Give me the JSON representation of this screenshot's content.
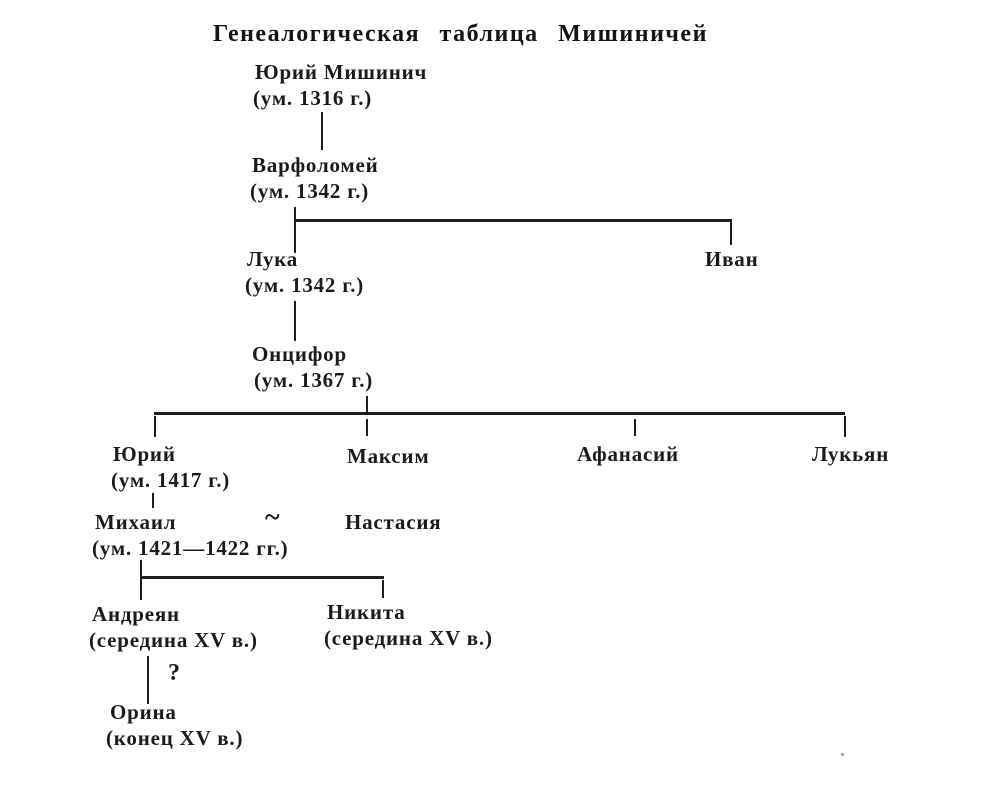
{
  "page": {
    "title": "Генеалогическая таблица Мишиничей",
    "background_color": "#ffffff",
    "ink_color": "#1b1b1b"
  },
  "tree": {
    "yuri_mishinich": {
      "name": "Юрий Мишинич",
      "dates": "(ум. 1316 г.)"
    },
    "varfolomey": {
      "name": "Варфоломей",
      "dates": "(ум. 1342 г.)"
    },
    "luka": {
      "name": "Лука",
      "dates": "(ум. 1342 г.)"
    },
    "ivan": {
      "name": "Иван",
      "dates": ""
    },
    "ontsifor": {
      "name": "Онцифор",
      "dates": "(ум. 1367 г.)"
    },
    "yuri": {
      "name": "Юрий",
      "dates": "(ум. 1417 г.)"
    },
    "maksim": {
      "name": "Максим",
      "dates": ""
    },
    "afanasy": {
      "name": "Афанасий",
      "dates": ""
    },
    "lukyan": {
      "name": "Лукьян",
      "dates": ""
    },
    "mikhail": {
      "name": "Михаил",
      "dates": "(ум. 1421—1422 гг.)"
    },
    "nastasia": {
      "name": "Настасия",
      "dates": ""
    },
    "andreyan": {
      "name": "Андреян",
      "dates": "(середина XV в.)"
    },
    "nikita": {
      "name": "Никита",
      "dates": "(середина XV в.)"
    },
    "orina": {
      "name": "Орина",
      "dates": "(конец XV в.)"
    }
  },
  "symbols": {
    "marriage": "~",
    "uncertain": "?"
  },
  "edges": [
    {
      "from": "yuri_mishinich",
      "to": "varfolomey",
      "type": "descent"
    },
    {
      "from": "varfolomey",
      "to": "luka",
      "type": "descent"
    },
    {
      "from": "varfolomey",
      "to": "ivan",
      "type": "descent"
    },
    {
      "from": "luka",
      "to": "ontsifor",
      "type": "descent"
    },
    {
      "from": "ontsifor",
      "to": "yuri",
      "type": "descent"
    },
    {
      "from": "ontsifor",
      "to": "maksim",
      "type": "descent"
    },
    {
      "from": "ontsifor",
      "to": "afanasy",
      "type": "descent"
    },
    {
      "from": "ontsifor",
      "to": "lukyan",
      "type": "descent"
    },
    {
      "from": "yuri",
      "to": "mikhail",
      "type": "descent"
    },
    {
      "from": "mikhail",
      "to": "nastasia",
      "type": "marriage"
    },
    {
      "from": "mikhail",
      "to": "andreyan",
      "type": "descent"
    },
    {
      "from": "mikhail",
      "to": "nikita",
      "type": "descent"
    },
    {
      "from": "andreyan",
      "to": "orina",
      "type": "descent-uncertain"
    }
  ]
}
